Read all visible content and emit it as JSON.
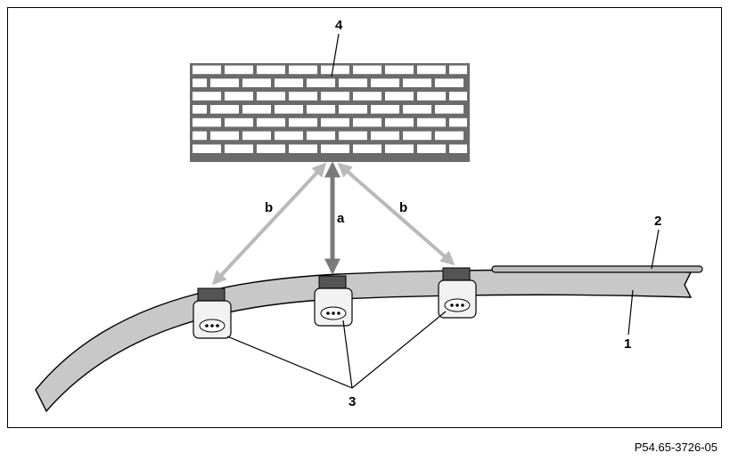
{
  "labels": {
    "bumper": "1",
    "trim_strip": "2",
    "sensors": "3",
    "obstacle": "4",
    "direct_distance": "a",
    "indirect_distance": "b"
  },
  "figure_code": "P54.65-3726-05",
  "colors": {
    "bumper_fill": "#c8c8c8",
    "sensor_cap": "#555555",
    "arrow_direct": "#7a7a7a",
    "arrow_indirect": "#b9b9b9",
    "wall_mortar": "#6b6b6b",
    "brick": "#ffffff"
  }
}
